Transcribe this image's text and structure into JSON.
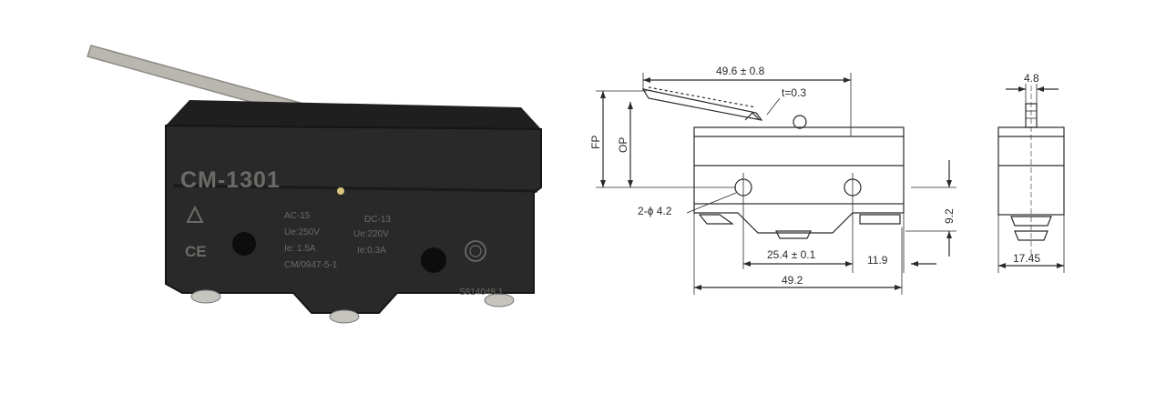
{
  "photo": {
    "model": "CM-1301",
    "ratings_left": [
      "AC-15",
      "Ue:250V",
      "Ie: 1.5A",
      "CM/0947-5-1"
    ],
    "ratings_right": [
      "DC-13",
      "Ue:220V",
      "Ie:0.3A"
    ],
    "serial": "S814048.1"
  },
  "drawing": {
    "dim_length_total": "49.6 ± 0.8",
    "dim_thickness": "t=0.3",
    "dim_fp": "FP",
    "dim_op": "OP",
    "dim_holes": "2-ϕ 4.2",
    "dim_hole_spacing": "25.4 ± 0.1",
    "dim_terminal": "11.9",
    "dim_body_length": "49.2",
    "dim_height": "9.2",
    "dim_side_top": "4.8",
    "dim_side_width": "17.45"
  }
}
